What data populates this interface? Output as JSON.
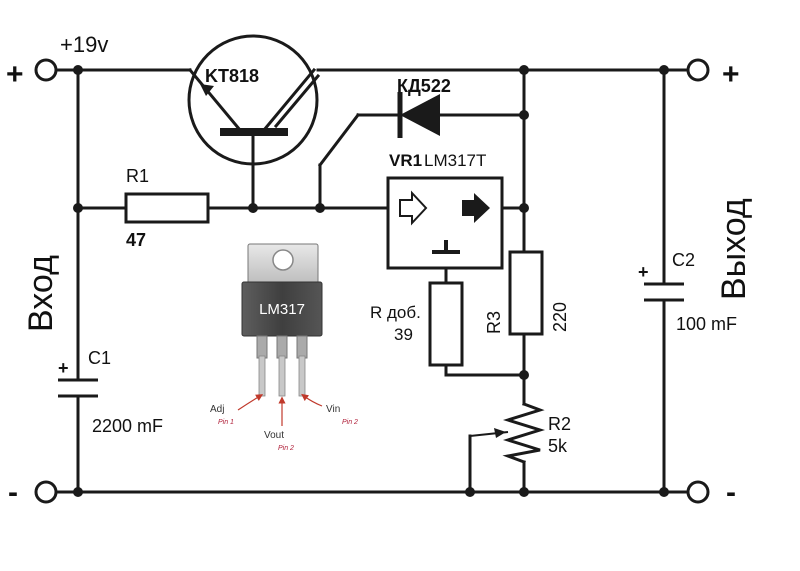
{
  "supply_voltage": "+19v",
  "input": {
    "label": "Вход",
    "plus": "+",
    "minus": "-"
  },
  "output": {
    "label": "Выход",
    "plus": "+",
    "minus": "-"
  },
  "transistor": {
    "name": "KT818"
  },
  "diode": {
    "name": "КД522"
  },
  "regulator": {
    "ref": "VR1",
    "part": "LM317T"
  },
  "r1": {
    "ref": "R1",
    "value": "47"
  },
  "r_add": {
    "ref": "R доб.",
    "value": "39"
  },
  "r3": {
    "ref": "R3",
    "value": "220"
  },
  "r2": {
    "ref": "R2",
    "value": "5k"
  },
  "c1": {
    "ref": "C1",
    "value": "2200 mF",
    "polarity": "+"
  },
  "c2": {
    "ref": "C2",
    "value": "100 mF",
    "polarity": "+"
  },
  "package": {
    "chip_label": "LM317",
    "pins": [
      {
        "name": "Adj",
        "sub": "Pin 1"
      },
      {
        "name": "Vout",
        "sub": "Pin 2"
      },
      {
        "name": "Vin",
        "sub": "Pin 2"
      }
    ]
  }
}
